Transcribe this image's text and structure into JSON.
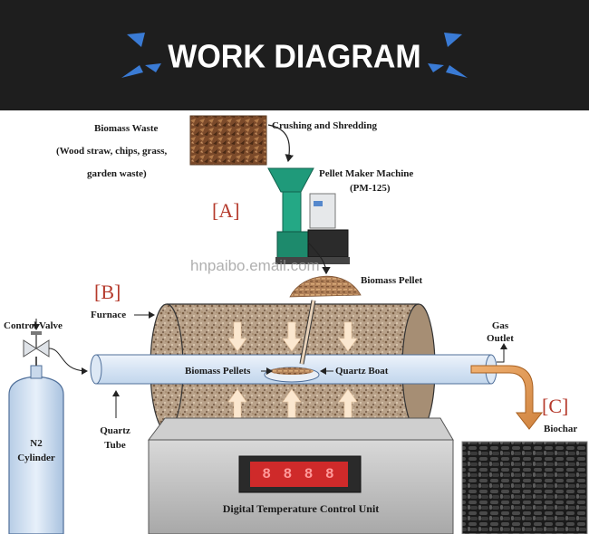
{
  "header": {
    "title": "WORK DIAGRAM",
    "accent_color": "#3a7bd5",
    "background": "#1e1e1e"
  },
  "diagram": {
    "sections": {
      "a": "[A]",
      "b": "[B]",
      "c": "[C]"
    },
    "biomass_waste": {
      "line1": "Biomass Waste",
      "line2": "(Wood straw, chips, grass,",
      "line3": "garden waste)"
    },
    "crushing": "Crushing and Shredding",
    "pellet_maker": {
      "line1": "Pellet Maker Machine",
      "line2": "(PM-125)"
    },
    "biomass_pellet": "Biomass Pellet",
    "furnace": "Furnace",
    "control_valve": "Control Valve",
    "gas_outlet": {
      "line1": "Gas",
      "line2": "Outlet"
    },
    "biomass_pellets": "Biomass Pellets",
    "quartz_boat": "Quartz Boat",
    "quartz_tube": {
      "line1": "Quartz",
      "line2": "Tube"
    },
    "n2_cylinder": {
      "line1": "N2",
      "line2": "Cylinder"
    },
    "biochar": "Biochar",
    "control_unit": "Digital Temperature Control Unit",
    "display_value": "8 8 8 8",
    "watermark": "hnpaibo.email.com"
  }
}
